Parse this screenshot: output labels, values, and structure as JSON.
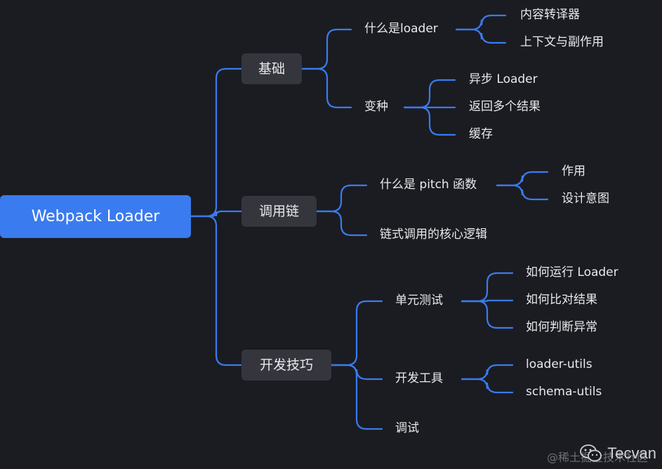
{
  "colors": {
    "background": "#1b1c21",
    "root_fill": "#3a7bef",
    "branch_fill": "#35363d",
    "link": "#3a7bef",
    "text": "#e9e9ec"
  },
  "mindmap": {
    "root": "Webpack Loader",
    "branches": [
      {
        "label": "基础",
        "children": [
          {
            "label": "什么是loader",
            "children": [
              "内容转译器",
              "上下文与副作用"
            ]
          },
          {
            "label": "变种",
            "children": [
              "异步 Loader",
              "返回多个结果",
              "缓存"
            ]
          }
        ]
      },
      {
        "label": "调用链",
        "children": [
          {
            "label": "什么是 pitch 函数",
            "children": [
              "作用",
              "设计意图"
            ]
          },
          {
            "label": "链式调用的核心逻辑",
            "children": []
          }
        ]
      },
      {
        "label": "开发技巧",
        "children": [
          {
            "label": "单元测试",
            "children": [
              "如何运行 Loader",
              "如何比对结果",
              "如何判断异常"
            ]
          },
          {
            "label": "开发工具",
            "children": [
              "loader-utils",
              "schema-utils"
            ]
          },
          {
            "label": "调试",
            "children": []
          }
        ]
      }
    ]
  },
  "watermark": {
    "brand": "Tecvan",
    "site": "@稀土掘金技术社区",
    "icon": "wechat-icon"
  }
}
